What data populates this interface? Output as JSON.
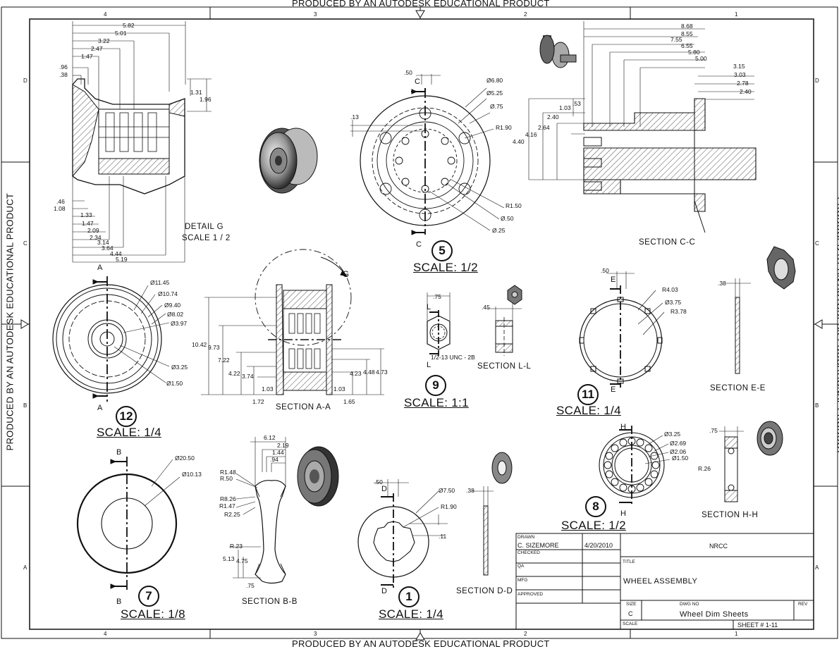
{
  "watermark": "PRODUCED BY AN AUTODESK EDUCATIONAL PRODUCT",
  "zones": {
    "columns": [
      "4",
      "3",
      "2",
      "1"
    ],
    "rows": [
      "D",
      "C",
      "B",
      "A"
    ]
  },
  "views": {
    "detail_g": {
      "title": "DETAIL  G",
      "scale": "SCALE 1 / 2",
      "dims": [
        "5.82",
        "5.01",
        "3.22",
        "2.47",
        "1.47",
        ".96",
        ".38",
        "1.31",
        "1.96",
        ".46",
        "1.08",
        "1.33",
        "1.47",
        "2.09",
        "2.34",
        "3.14",
        "3.64",
        "4.44",
        "5.19"
      ]
    },
    "view5": {
      "number": "5",
      "scale": "SCALE: 1/2",
      "section_letter": "C",
      "dims": [
        ".50",
        "Ø6.80",
        "Ø5.25",
        "Ø.75",
        ".13",
        "R1.90",
        "R1.50",
        "Ø.50",
        "Ø.25"
      ]
    },
    "section_cc": {
      "title": "SECTION C-C",
      "dims": [
        "8.68",
        "8.55",
        "7.55",
        "6.55",
        "5.80",
        "5.00",
        "3.15",
        "3.03",
        "2.78",
        "2.40",
        ".53",
        "1.03",
        "2.40",
        "2.64",
        "4.16",
        "4.40"
      ]
    },
    "view12": {
      "number": "12",
      "scale": "SCALE: 1/4",
      "section_letter": "A",
      "dims": [
        "Ø11.45",
        "Ø10.74",
        "Ø9.40",
        "Ø8.02",
        "Ø3.97",
        "Ø3.25",
        "Ø1.50"
      ]
    },
    "section_aa": {
      "title": "SECTION A-A",
      "detail_letter": "G",
      "dims": [
        "10.42",
        "9.73",
        "7.22",
        "4.22",
        "3.74",
        "1.03",
        "1.72",
        "4.23",
        "4.48",
        "4.73",
        "1.03",
        "1.65"
      ]
    },
    "view9": {
      "number": "9",
      "scale": "SCALE: 1:1",
      "section_letter": "L",
      "dims": [
        ".75",
        ".45"
      ],
      "thread": "1/2-13 UNC - 2B"
    },
    "section_ll": {
      "title": "SECTION L-L"
    },
    "view11": {
      "number": "11",
      "scale": "SCALE: 1/4",
      "section_letter": "E",
      "dims": [
        ".50",
        "R4.03",
        "Ø3.75",
        "R3.78"
      ]
    },
    "section_ee": {
      "title": "SECTION E-E",
      "dims": [
        ".38"
      ]
    },
    "view7": {
      "number": "7",
      "scale": "SCALE: 1/8",
      "section_letter": "B",
      "dims": [
        "Ø20.50",
        "Ø10.13"
      ]
    },
    "section_bb": {
      "title": "SECTION B-B",
      "dims": [
        "6.12",
        "2.19",
        "1.44",
        ".94",
        "R1.48",
        "R.50",
        "R8.26",
        "R1.47",
        "R2.25",
        "R.23",
        "5.13",
        "4.75",
        ".75"
      ]
    },
    "view1": {
      "number": "1",
      "scale": "SCALE: 1/4",
      "section_letter": "D",
      "dims": [
        ".50",
        "Ø7.50",
        "R1.90",
        ".11"
      ]
    },
    "section_dd": {
      "title": "SECTION D-D",
      "dims": [
        ".38"
      ]
    },
    "view8": {
      "number": "8",
      "scale": "SCALE: 1/2",
      "section_letter": "H",
      "dims": [
        "Ø3.25",
        "Ø2.69",
        "Ø2.06",
        "Ø1.50"
      ]
    },
    "section_hh": {
      "title": "SECTION H-H",
      "dims": [
        ".75",
        "R.26"
      ]
    }
  },
  "title_block": {
    "drawn_label": "DRAWN",
    "drawn_by": "C. SIZEMORE",
    "drawn_date": "4/20/2010",
    "checked_label": "CHECKED",
    "qa_label": "QA",
    "mfg_label": "MFG",
    "approved_label": "APPROVED",
    "company": "NRCC",
    "title_label": "TITLE",
    "title": "WHEEL ASSEMBLY",
    "size_label": "SIZE",
    "size": "C",
    "dwg_no_label": "DWG NO",
    "dwg_no": "Wheel Dim Sheets",
    "rev_label": "REV",
    "scale_label": "SCALE",
    "sheet": "SHEET # 1-11"
  }
}
